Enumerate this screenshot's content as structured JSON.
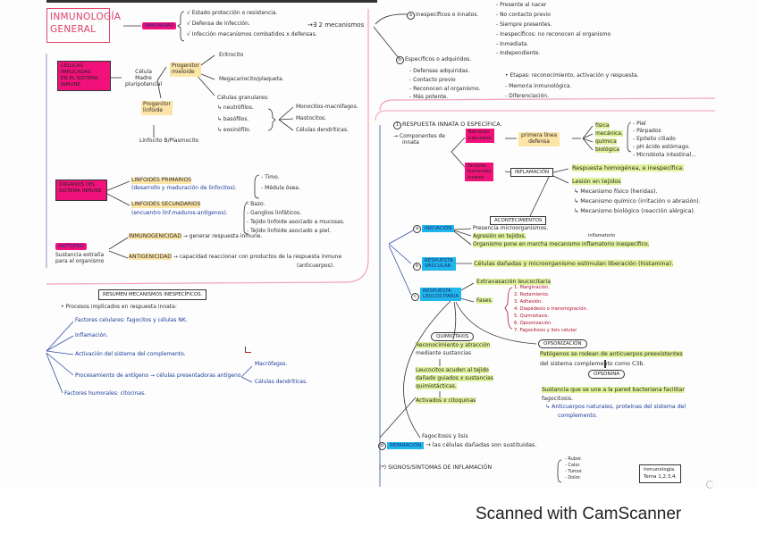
{
  "page": {
    "title": "INMUNOLOGÍA GENERAL",
    "title_lines": [
      "INMUNOLOGÍA",
      "GENERAL"
    ],
    "colors": {
      "title_pink": "#e0406a",
      "highlight_pink": "#f0127a",
      "highlight_yellow": "#fde5a8",
      "highlight_green": "#e0f29a",
      "highlight_cyan": "#21b6ea",
      "ink_blue": "#1a3a9a",
      "ink_red": "#b01030",
      "border_pink": "#f3a0b8"
    }
  },
  "inmunidad": {
    "label": "INMUNIDAD",
    "points": [
      "√ Estado protección o resistencia.",
      "√ Defensa de infección.",
      "√ Infección mecanismos combatidos x defensas."
    ],
    "arrow_text": "→∃ 2 mecanismos"
  },
  "celulas": {
    "box": [
      "CÉLULAS IMPLICADAS",
      "EN EL SISTEMA",
      "INMUNE"
    ],
    "stem": [
      "Célula",
      "Madre",
      "pluripotencial"
    ],
    "mieloide": [
      "Progenitor",
      "mieloide"
    ],
    "mieloide_children": [
      "Eritrocito",
      "Megacariocito/plaqueta.",
      "Células granulares:"
    ],
    "granulares": [
      "↳ neutrófilos.",
      "↳ basófilos.",
      "↳ eosinófilo."
    ],
    "derivados": [
      "Monocitos-macrófagos.",
      "Mastocitos.",
      "Células dendríticas."
    ],
    "linfoide": [
      "Progenitor",
      "linfoide"
    ],
    "linfoide_child": "Linfocito B/Plasmocito"
  },
  "organos": {
    "box": [
      "ÓRGANOS DEL",
      "SISTEMA INMUNE"
    ],
    "primarios_title": "LINFOIDES PRIMARIOS",
    "primarios_desc": "(desarrollo y maduración de linfocitos).",
    "primarios_list": [
      "- Timo.",
      "- Médula ósea."
    ],
    "secundarios_title": "LINFOIDES SECUNDARIOS",
    "secundarios_desc": "(encuentro linf.maduros-antígenos).",
    "secundarios_list": [
      "- Bazo.",
      "- Ganglios linfáticos.",
      "- Tejido linfoide asociado a mucosas.",
      "- Tejido linfoide asociado a piel."
    ]
  },
  "antigeno": {
    "label": "ANTÍGENO",
    "desc": [
      "Sustancia extraña",
      "para el organismo"
    ],
    "inmunogenicidad": "INMUNOGENICIDAD",
    "inmunogenicidad_desc": "→ generar respuesta inmune.",
    "antigenicidad": "ANTIGENICIDAD",
    "antigenicidad_desc": "→ capacidad reaccionar con productos de la respuesta inmune",
    "antigenicidad_desc2": "(anticuerpos)."
  },
  "resumen": {
    "title": "RESUMEN MECANISMOS INESPECÍFICOS.",
    "intro": "• Procesos implicados en respuesta innata:",
    "items": [
      "Factores celulares: fagocitos y células NK.",
      "Inflamación.",
      "Activación del sistema del complemento.",
      "Procesamiento de antígeno",
      "Factores humorales: citocinas."
    ],
    "apc": "células presentadoras antígeno",
    "apc_children": [
      "Macrófagos.",
      "Células dendríticas."
    ]
  },
  "mecanismos": {
    "inespecificos": "Inespecíficos o innatos.",
    "inespecificos_list": [
      "- Presente al nacer",
      "- No contacto previo",
      "- Siempre presentes.",
      "- Inespecíficos: no reconocen al organismo",
      "- Inmediata.",
      "- Independiente."
    ],
    "especificos": "Específicos o adquiridos.",
    "especificos_list": [
      "- Defensas adquiridas.",
      "- Contacto previo",
      "- Reconocen al organismo.",
      "- Más potente."
    ],
    "especificos_extra": [
      "• Etapas: reconocimiento, activación y respuesta.",
      "- Memoria inmunológica.",
      "- Diferenciación."
    ]
  },
  "respuesta": {
    "title": "RESPUESTA INNATA O ESPECÍFICA.",
    "componentes": [
      "→ Componentes de",
      "innata"
    ],
    "barreras": [
      "Barreras",
      "naturales"
    ],
    "primera_linea": [
      "primera línea",
      "defensa"
    ],
    "barrier_types": [
      "física",
      "mecánica.",
      "química",
      "biológica"
    ],
    "barrier_examples": [
      "- Piel",
      "- Párpados",
      "- Epitelio ciliado",
      "- pH ácido estómago.",
      "- Microbiota intestinal..."
    ],
    "factores": [
      "Factores",
      "humorales",
      "innatos"
    ],
    "inflamacion": "INFLAMACIÓN",
    "inflamacion_list": [
      "Respuesta homogénea, e inespecífica.",
      "Lesión en tejidos"
    ],
    "lesion_list": [
      "↳ Mecanismo físico (heridas).",
      "↳ Mecanismo químico (irritación o abrasión).",
      "↳ Mecanismo biológico (reacción alérgica)."
    ],
    "acontecimientos": "ACONTECIMIENTOS"
  },
  "fases": {
    "iniciacion": {
      "num": "a",
      "label": "INICIACIÓN",
      "items": [
        "Presencia microorganismos.",
        "Agresión en tejidos.",
        "Organismo pone en marcha mecanismo inflamatorio inespecífico."
      ],
      "note": "inflamatorio"
    },
    "vascular": {
      "num": "b",
      "label": [
        "RESPUESTA",
        "VASCULAR"
      ],
      "text": "Células dañadas y microorganismo estimulan liberación (histamina)."
    },
    "leucocitaria": {
      "num": "c",
      "label": [
        "RESPUESTA",
        "LEUCOCITARIA"
      ],
      "extravasacion": "Extravasación leucocitaria",
      "fases_label": "Fases.",
      "fases_list": [
        "1. Marginación.",
        "2. Rodamiento.",
        "3. Adhesión.",
        "4. Diapédesis o transmigración.",
        "5. Quimiotaxis.",
        "6. Opsonización.",
        "7. Fagocitosis y lisis celular"
      ]
    },
    "quimiotaxis": {
      "label": "QUIMIOTAXIS",
      "lines": [
        "Reconocimiento y atracción",
        "mediante sustancias",
        "Leucocitos acuden al tejido",
        "dañado guiados x sustancias",
        "quimiotácticas.",
        "Activados x citoquinas"
      ]
    },
    "opsonizacion": {
      "label": "OPSONIZACIÓN",
      "lines": [
        "Patógenos se rodean de anticuerpos preexistentes",
        "del sistema complemento como C3b."
      ]
    },
    "opsonina": {
      "label": "OPSONINA",
      "lines": [
        "Sustancia que se une a la pared bacteriana facilitar",
        "fagocitosis."
      ],
      "note": [
        "↳ Anticuerpos naturales, proteínas del sistema del",
        "complemento."
      ]
    },
    "fagocitosis": "Fagocitosis y lisis",
    "reparacion": {
      "num": "d",
      "label": "REPARACIÓN",
      "text": "→ las células dañadas son sustituidas."
    }
  },
  "signos": {
    "label": "(*) SIGNOS/SÍNTOMAS DE INFLAMACIÓN",
    "list": [
      "- Rubor.",
      "- Calor.",
      "- Tumor.",
      "- Dolor."
    ]
  },
  "tag": [
    "Inmunología.",
    "Tema 1,2,3,4."
  ],
  "footer": "Scanned with CamScanner"
}
